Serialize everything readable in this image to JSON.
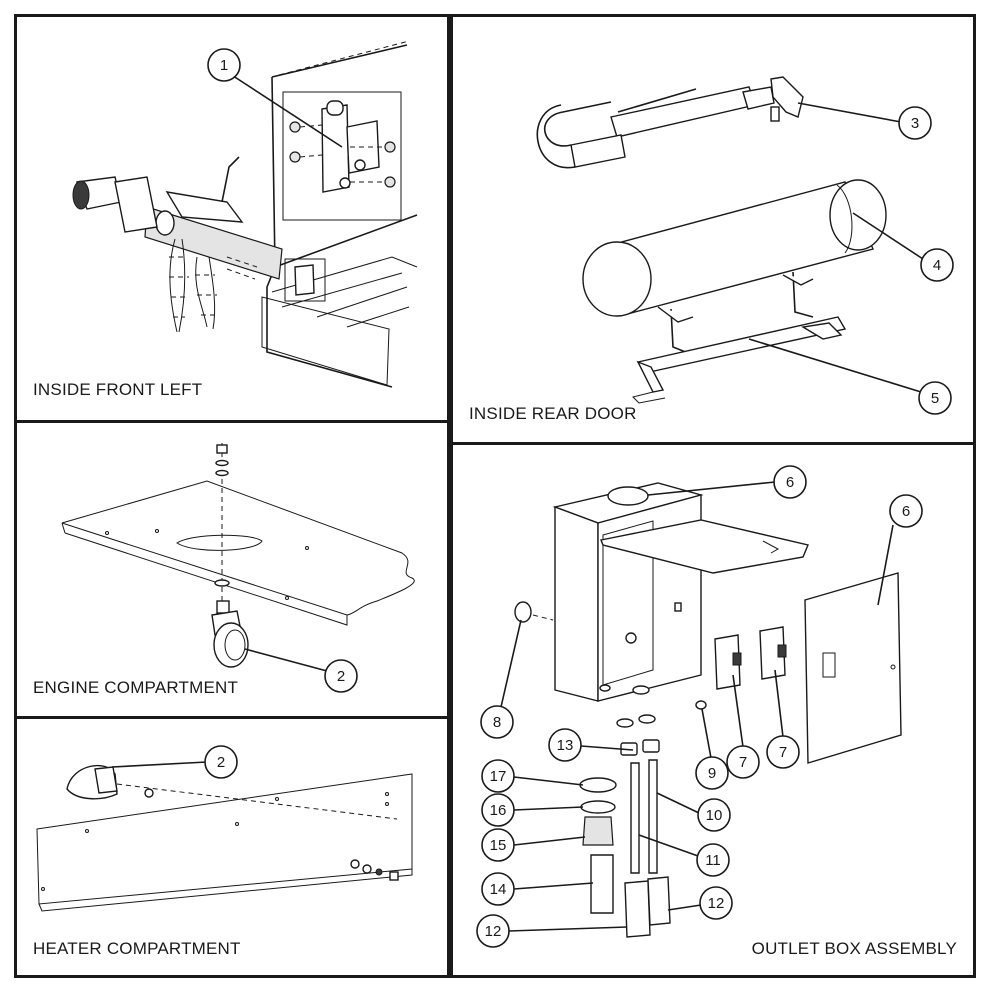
{
  "panels": {
    "inside_front_left": {
      "label": "INSIDE FRONT LEFT"
    },
    "inside_rear_door": {
      "label": "INSIDE REAR DOOR"
    },
    "engine_compartment": {
      "label": "ENGINE COMPARTMENT"
    },
    "heater_compartment": {
      "label": "HEATER COMPARTMENT"
    },
    "outlet_box_assembly": {
      "label": "OUTLET BOX ASSEMBLY"
    }
  },
  "callouts": {
    "c1": "1",
    "c2_engine": "2",
    "c2_heater": "2",
    "c3": "3",
    "c4": "4",
    "c5": "5",
    "c6_box": "6",
    "c6_cover": "6",
    "c7_a": "7",
    "c7_b": "7",
    "c8": "8",
    "c9": "9",
    "c10": "10",
    "c11": "11",
    "c12_a": "12",
    "c12_b": "12",
    "c13": "13",
    "c14": "14",
    "c15": "15",
    "c16": "16",
    "c17": "17"
  }
}
